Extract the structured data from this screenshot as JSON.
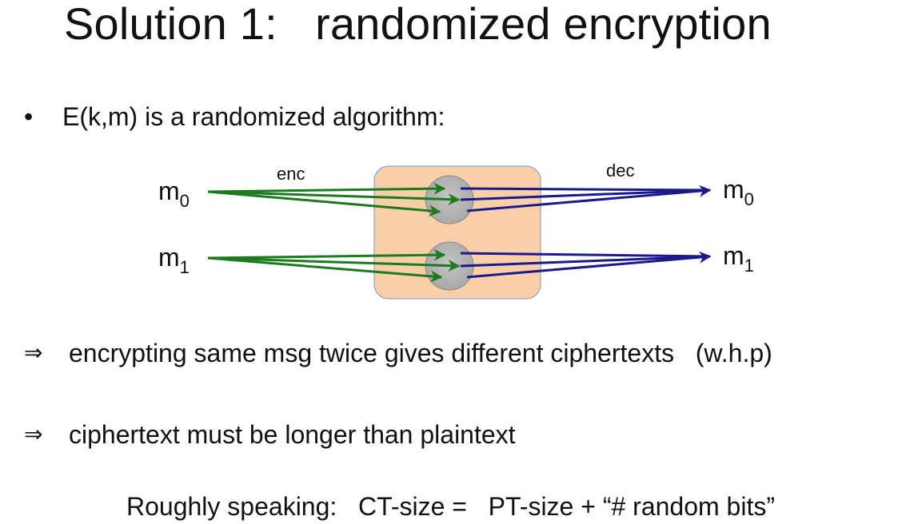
{
  "slide": {
    "title": "Solution 1:   randomized encryption",
    "bullet_symbol": "•",
    "bullet_text": "E(k,m) is a randomized algorithm:",
    "diagram": {
      "enc_label": "enc",
      "dec_label": "dec",
      "m": "m",
      "sub0": "0",
      "sub1": "1",
      "enc_color": "#1e7a1e",
      "dec_color": "#1a1a8c",
      "box_fill": "#f9cfa8",
      "node_fill": "#b5b5b5"
    },
    "implications": [
      {
        "arrow": "⇒",
        "text": "encrypting same msg twice gives different ciphertexts   (w.h.p)"
      },
      {
        "arrow": "⇒",
        "text": "ciphertext must be longer than plaintext"
      }
    ],
    "roughly": {
      "label": "Roughly speaking:",
      "lhs": "CT-size =",
      "rhs": "PT-size + “# random bits”"
    }
  }
}
